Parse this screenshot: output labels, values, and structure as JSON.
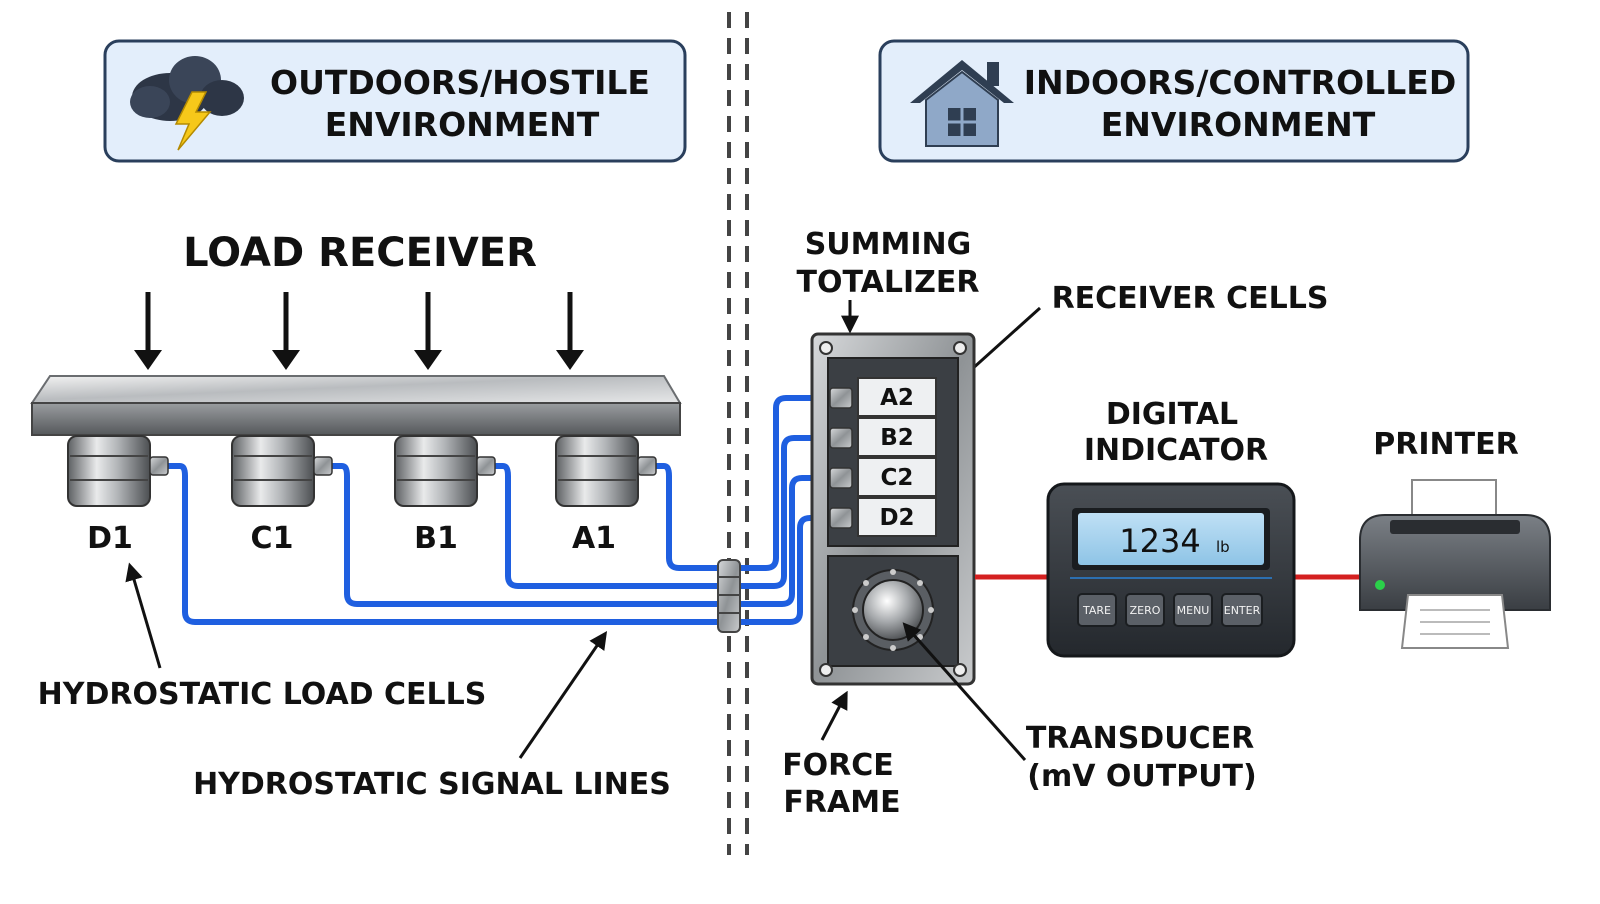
{
  "environments": {
    "outdoor": {
      "line1": "OUTDOORS/HOSTILE",
      "line2": "ENVIRONMENT",
      "icon": "storm-cloud-icon"
    },
    "indoor": {
      "line1": "INDOORS/CONTROLLED",
      "line2": "ENVIRONMENT",
      "icon": "house-icon"
    }
  },
  "labels": {
    "load_receiver": "LOAD RECEIVER",
    "summing_line1": "SUMMING",
    "summing_line2": "TOTALIZER",
    "receiver_cells": "RECEIVER CELLS",
    "digital_line1": "DIGITAL",
    "digital_line2": "INDICATOR",
    "printer": "PRINTER",
    "hydrostatic_load_cells": "HYDROSTATIC LOAD CELLS",
    "hydrostatic_signal_lines": "HYDROSTATIC SIGNAL LINES",
    "force_line1": "FORCE",
    "force_line2": "FRAME",
    "transducer_line1": "TRANSDUCER",
    "transducer_line2": "(mV OUTPUT)"
  },
  "load_cells": [
    "D1",
    "C1",
    "B1",
    "A1"
  ],
  "receiver_cells": [
    "A2",
    "B2",
    "C2",
    "D2"
  ],
  "indicator": {
    "reading": "1234",
    "unit": "lb",
    "buttons": [
      "TARE",
      "ZERO",
      "MENU",
      "ENTER"
    ]
  },
  "colors": {
    "signal_line": "#1f5fe0",
    "electrical_line": "#d42020",
    "header_fill": "#e3eefb",
    "header_border": "#2a3f5c"
  }
}
